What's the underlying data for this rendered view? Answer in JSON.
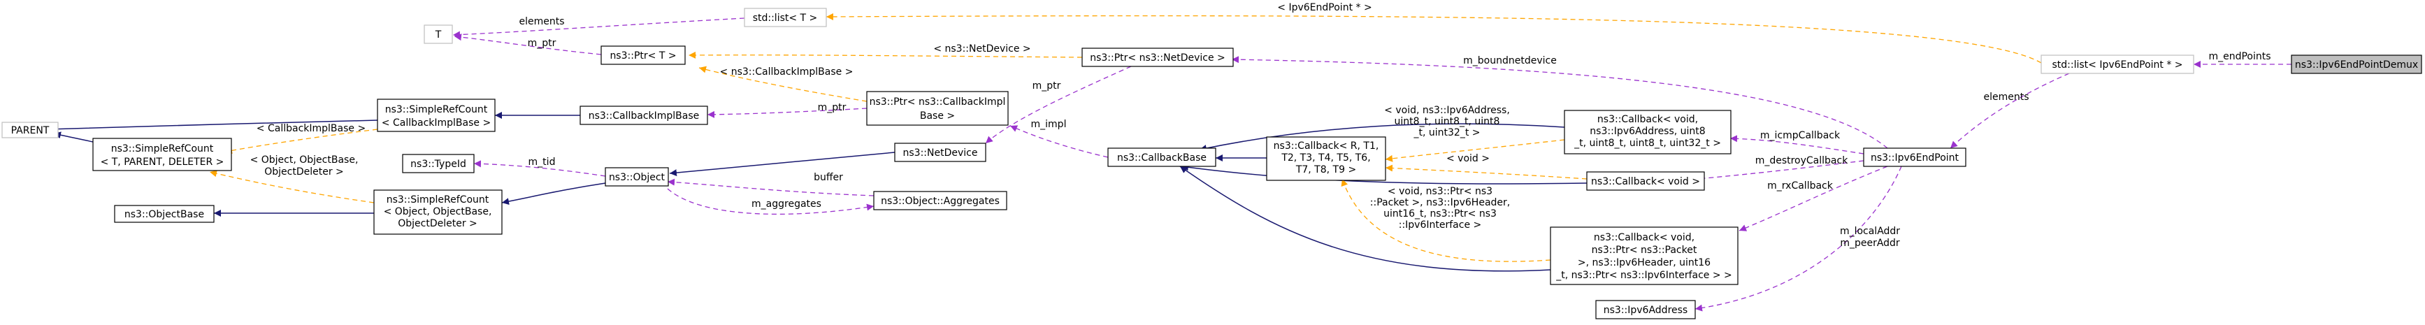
{
  "nodes": {
    "parent": [
      "PARENT"
    ],
    "srefcount_tpl": [
      "ns3::SimpleRefCount",
      "< T, PARENT, DELETER >"
    ],
    "objectbase": [
      "ns3::ObjectBase"
    ],
    "t": [
      "T"
    ],
    "stdlist_t": [
      "std::list< T >"
    ],
    "ptr_t": [
      "ns3::Ptr< T >"
    ],
    "srefcount_cb": [
      "ns3::SimpleRefCount",
      "< CallbackImplBase >"
    ],
    "callbackimplbase": [
      "ns3::CallbackImplBase"
    ],
    "typeid": [
      "ns3::TypeId"
    ],
    "object": [
      "ns3::Object"
    ],
    "srefcount_obj": [
      "ns3::SimpleRefCount",
      "< Object, ObjectBase,",
      "ObjectDeleter >"
    ],
    "ptr_cbimpl": [
      "ns3::Ptr< ns3::CallbackImpl",
      "Base >"
    ],
    "netdevice": [
      "ns3::NetDevice"
    ],
    "aggregates": [
      "ns3::Object::Aggregates"
    ],
    "ptr_netdevice": [
      "ns3::Ptr< ns3::NetDevice >"
    ],
    "callbackbase": [
      "ns3::CallbackBase"
    ],
    "callback_generic": [
      "ns3::Callback< R, T1,",
      "T2, T3, T4, T5, T6,",
      "T7, T8, T9 >"
    ],
    "callback_icmp": [
      "ns3::Callback< void,",
      "ns3::Ipv6Address, uint8",
      "_t, uint8_t, uint8_t, uint32_t >"
    ],
    "callback_void": [
      "ns3::Callback< void >"
    ],
    "callback_rx": [
      "ns3::Callback< void,",
      "ns3::Ptr< ns3::Packet",
      ">, ns3::Ipv6Header, uint16",
      "_t, ns3::Ptr< ns3::Ipv6Interface > >"
    ],
    "ipv6address": [
      "ns3::Ipv6Address"
    ],
    "ipv6endpoint": [
      "ns3::Ipv6EndPoint"
    ],
    "stdlist_ep": [
      "std::list< Ipv6EndPoint * >"
    ],
    "demux": [
      "ns3::Ipv6EndPointDemux"
    ]
  },
  "edges": {
    "callbackimplbase_tpl": [
      "< CallbackImplBase >"
    ],
    "object_objectbase_tpl": [
      "< Object, ObjectBase,",
      "ObjectDeleter >"
    ],
    "elements_t": [
      "elements"
    ],
    "m_ptr_t": [
      "m_ptr"
    ],
    "ptr_callbackimplbase_tpl": [
      "< ns3::CallbackImplBase >"
    ],
    "ptr_netdevice_tpl": [
      "< ns3::NetDevice >"
    ],
    "stdlist_endpoint_tpl": [
      "< Ipv6EndPoint * >"
    ],
    "m_ptr_cbimpl": [
      "m_ptr"
    ],
    "m_tid": [
      "m_tid"
    ],
    "buffer": [
      "buffer"
    ],
    "m_aggregates": [
      "m_aggregates"
    ],
    "m_ptr_netdevice": [
      "m_ptr"
    ],
    "m_impl": [
      "m_impl"
    ],
    "m_boundnetdevice": [
      "m_boundnetdevice"
    ],
    "icmp_tpl": [
      "< void, ns3::Ipv6Address,",
      "uint8_t, uint8_t, uint8",
      "_t, uint32_t >"
    ],
    "void_tpl": [
      "< void >"
    ],
    "rx_tpl": [
      "< void, ns3::Ptr< ns3",
      "::Packet >, ns3::Ipv6Header,",
      "uint16_t, ns3::Ptr< ns3",
      "::Ipv6Interface >"
    ],
    "m_icmpcallback": [
      "m_icmpCallback"
    ],
    "m_destroycallback": [
      "m_destroyCallback"
    ],
    "m_rxcallback": [
      "m_rxCallback"
    ],
    "m_localaddr": [
      "m_localAddr",
      "m_peerAddr"
    ],
    "elements_ep": [
      "elements"
    ],
    "m_endpoints": [
      "m_endPoints"
    ]
  }
}
